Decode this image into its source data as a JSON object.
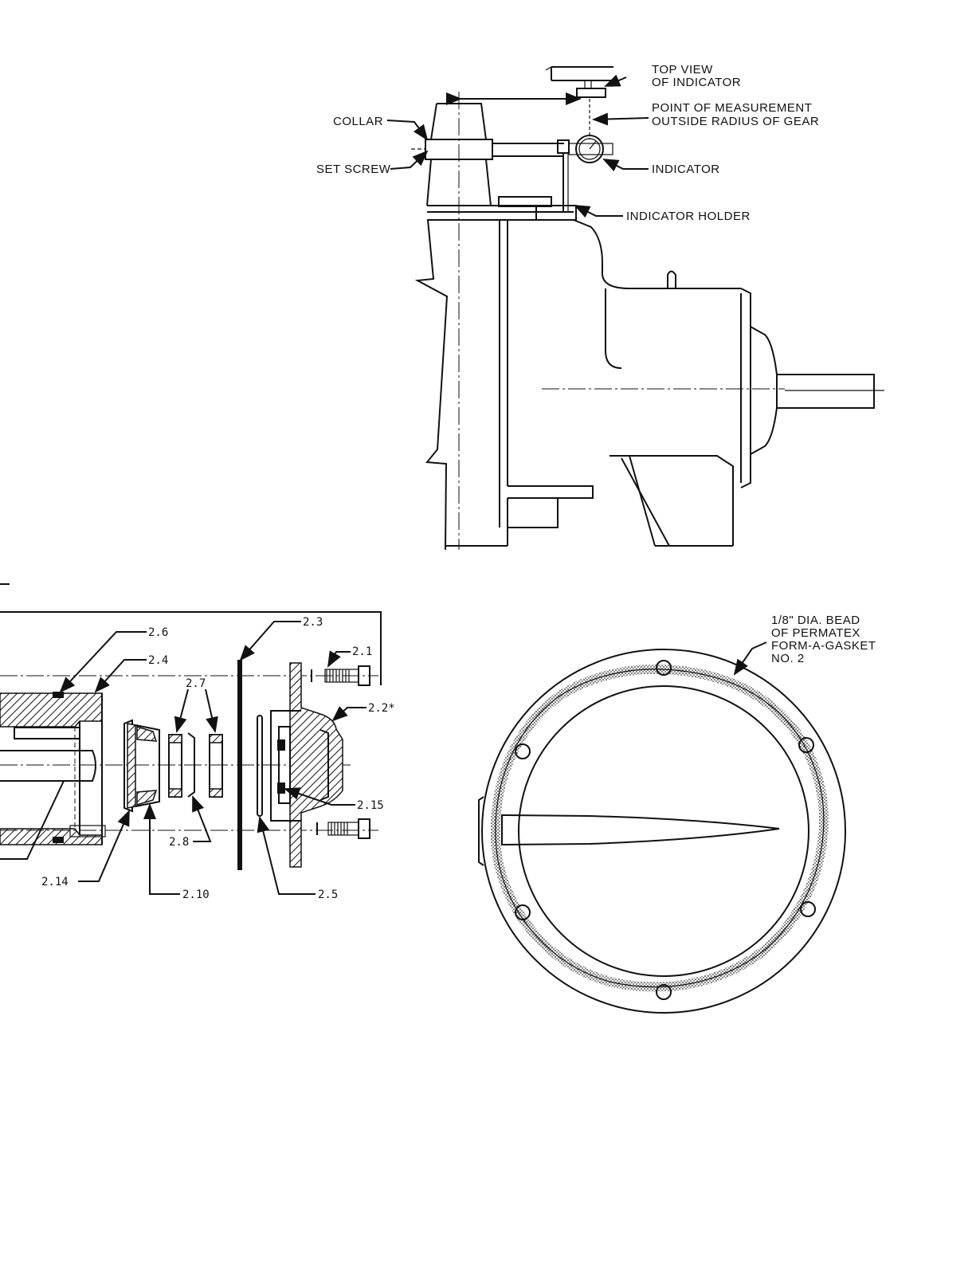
{
  "figure_top": {
    "labels": {
      "top_view": [
        "TOP VIEW",
        "OF INDICATOR"
      ],
      "point_of_measurement": [
        "POINT OF MEASUREMENT",
        "OUTSIDE RADIUS OF GEAR"
      ],
      "collar": "COLLAR",
      "set_screw": "SET SCREW",
      "indicator": "INDICATOR",
      "indicator_holder": "INDICATOR HOLDER"
    }
  },
  "figure_exploded": {
    "callouts": [
      "2.6",
      "2.4",
      "2.7",
      "2.3",
      "2.1",
      "2.2*",
      "2.15",
      "2.8",
      "2.14",
      "2.10",
      "2.5"
    ]
  },
  "figure_cover": {
    "note": [
      "1/8\" DIA. BEAD",
      "OF PERMATEX",
      "FORM-A-GASKET",
      "NO. 2"
    ]
  }
}
